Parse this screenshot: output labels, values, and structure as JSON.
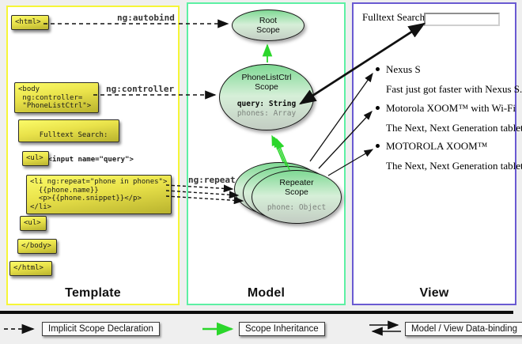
{
  "template_panel": {
    "label": "Template",
    "code": {
      "html_open": "<html>",
      "body_open": "<body\n ng:controller=\n \"PhoneListCtrl\">",
      "fulltext_line": "Fulltext Search:",
      "fulltext_input_line": "  <input name=\"query\">",
      "ul_open": "<ul>",
      "li_repeat": "<li ng:repeat=\"phone in phones\">\n  {{phone.name}}\n  <p>{{phone.snippet}}</p>\n</li>",
      "ul_close": "<ul>",
      "body_close": "</body>",
      "html_close": "</html>"
    }
  },
  "connector_labels": {
    "autobind": "ng:autobind",
    "controller": "ng:controller",
    "repeat": "ng:repeat"
  },
  "model_panel": {
    "label": "Model",
    "root_scope": {
      "title": "Root\nScope"
    },
    "phonelist_scope": {
      "title": "PhoneListCtrl\nScope",
      "prop_query": "query: String",
      "prop_phones": "phones: Array"
    },
    "repeater_scope": {
      "title": "Repeater\nScope",
      "prop_phone": "phone: Object"
    }
  },
  "view_panel": {
    "label": "View",
    "search_label": "Fulltext Search:",
    "search_value": "",
    "items": [
      {
        "title": "Nexus S",
        "description": "Fast just got faster with Nexus S."
      },
      {
        "title": "Motorola XOOM™ with Wi-Fi",
        "description": "The Next, Next Generation tablet."
      },
      {
        "title": "MOTOROLA XOOM™",
        "description": "The Next, Next Generation tablet."
      }
    ]
  },
  "legend": {
    "implicit": "Implicit Scope Declaration",
    "inheritance": "Scope Inheritance",
    "binding": "Model / View Data-binding"
  },
  "colors": {
    "template_border": "#f6f637",
    "model_border": "#5df0a4",
    "view_border": "#6a5ad2",
    "inheritance_green": "#2bd62b",
    "arrow_black": "#111111"
  }
}
